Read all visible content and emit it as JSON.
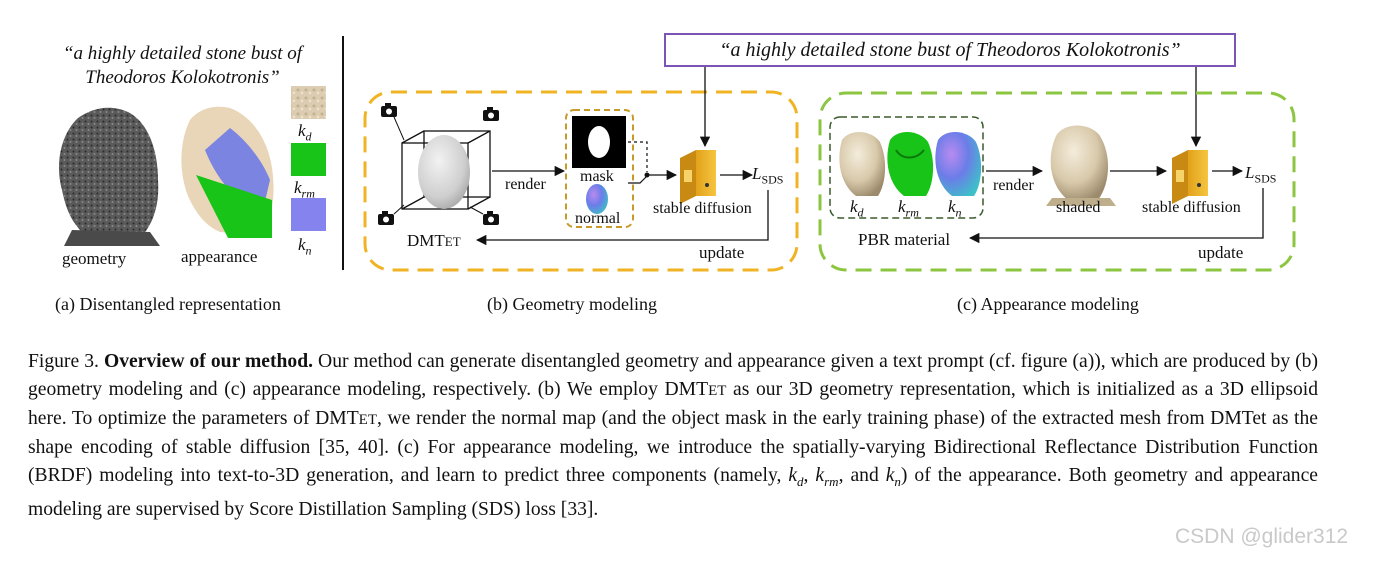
{
  "panel_a": {
    "prompt": "“a highly detailed stone bust of Theodoros Kolokotronis”",
    "geometry_label": "geometry",
    "appearance_label": "appearance",
    "kd_label": "k",
    "kd_sub": "d",
    "krm_label": "k",
    "krm_sub": "rm",
    "kn_label": "k",
    "kn_sub": "n",
    "caption": "(a) Disentangled representation"
  },
  "panel_b": {
    "dmtet_prefix": "DMT",
    "dmtet_suffix": "ET",
    "render_label": "render",
    "mask_label": "mask",
    "normal_label": "normal",
    "diffusion_label": "stable diffusion",
    "loss_label": "L",
    "loss_sub": "SDS",
    "update_label": "update",
    "caption": "(b) Geometry modeling"
  },
  "panel_c": {
    "prompt": "“a highly detailed stone bust of Theodoros Kolokotronis”",
    "kd_label": "k",
    "kd_sub": "d",
    "krm_label": "k",
    "krm_sub": "rm",
    "kn_label": "k",
    "kn_sub": "n",
    "render_label": "render",
    "shaded_label": "shaded",
    "diffusion_label": "stable diffusion",
    "loss_label": "L",
    "loss_sub": "SDS",
    "pbr_label": "PBR material",
    "update_label": "update",
    "caption": "(c) Appearance modeling"
  },
  "caption": {
    "figure_label": "Figure 3.",
    "title": "Overview of our method.",
    "text_1": " Our method can generate disentangled geometry and appearance given a text prompt (cf. figure (a)), which are produced by (b) geometry modeling and (c) appearance modeling, respectively. (b) We employ DMT",
    "sc_1": "ET",
    "text_2": " as our 3D geometry representation, which is initialized as a 3D ellipsoid here. To optimize the parameters of DMT",
    "sc_2": "ET",
    "text_3": ", we render the normal map (and the object mask in the early training phase) of the extracted mesh from DMTet as the shape encoding of stable diffusion [35, 40]. (c) For appearance modeling, we introduce the spatially-varying Bidirectional Reflectance Distribution Function (BRDF) modeling into text-to-3D generation, and learn to predict three components (namely, ",
    "m_kd": "k",
    "m_kd_sub": "d",
    "sep_1": ", ",
    "m_krm": "k",
    "m_krm_sub": "rm",
    "sep_2": ", and ",
    "m_kn": "k",
    "m_kn_sub": "n",
    "text_4": ") of the appearance. Both geometry and appearance modeling are supervised by Score Distillation Sampling (SDS) loss [33]."
  },
  "watermark": "CSDN @glider312",
  "colors": {
    "geometry_box": "#f0b323",
    "appearance_box": "#8cc641",
    "prompt_border": "#7b54b5",
    "mask_box": "#c89a2a",
    "texture_box": "#3a5a2a",
    "krm_green": "#17c417",
    "kn_purple": "#7d7ee6"
  }
}
